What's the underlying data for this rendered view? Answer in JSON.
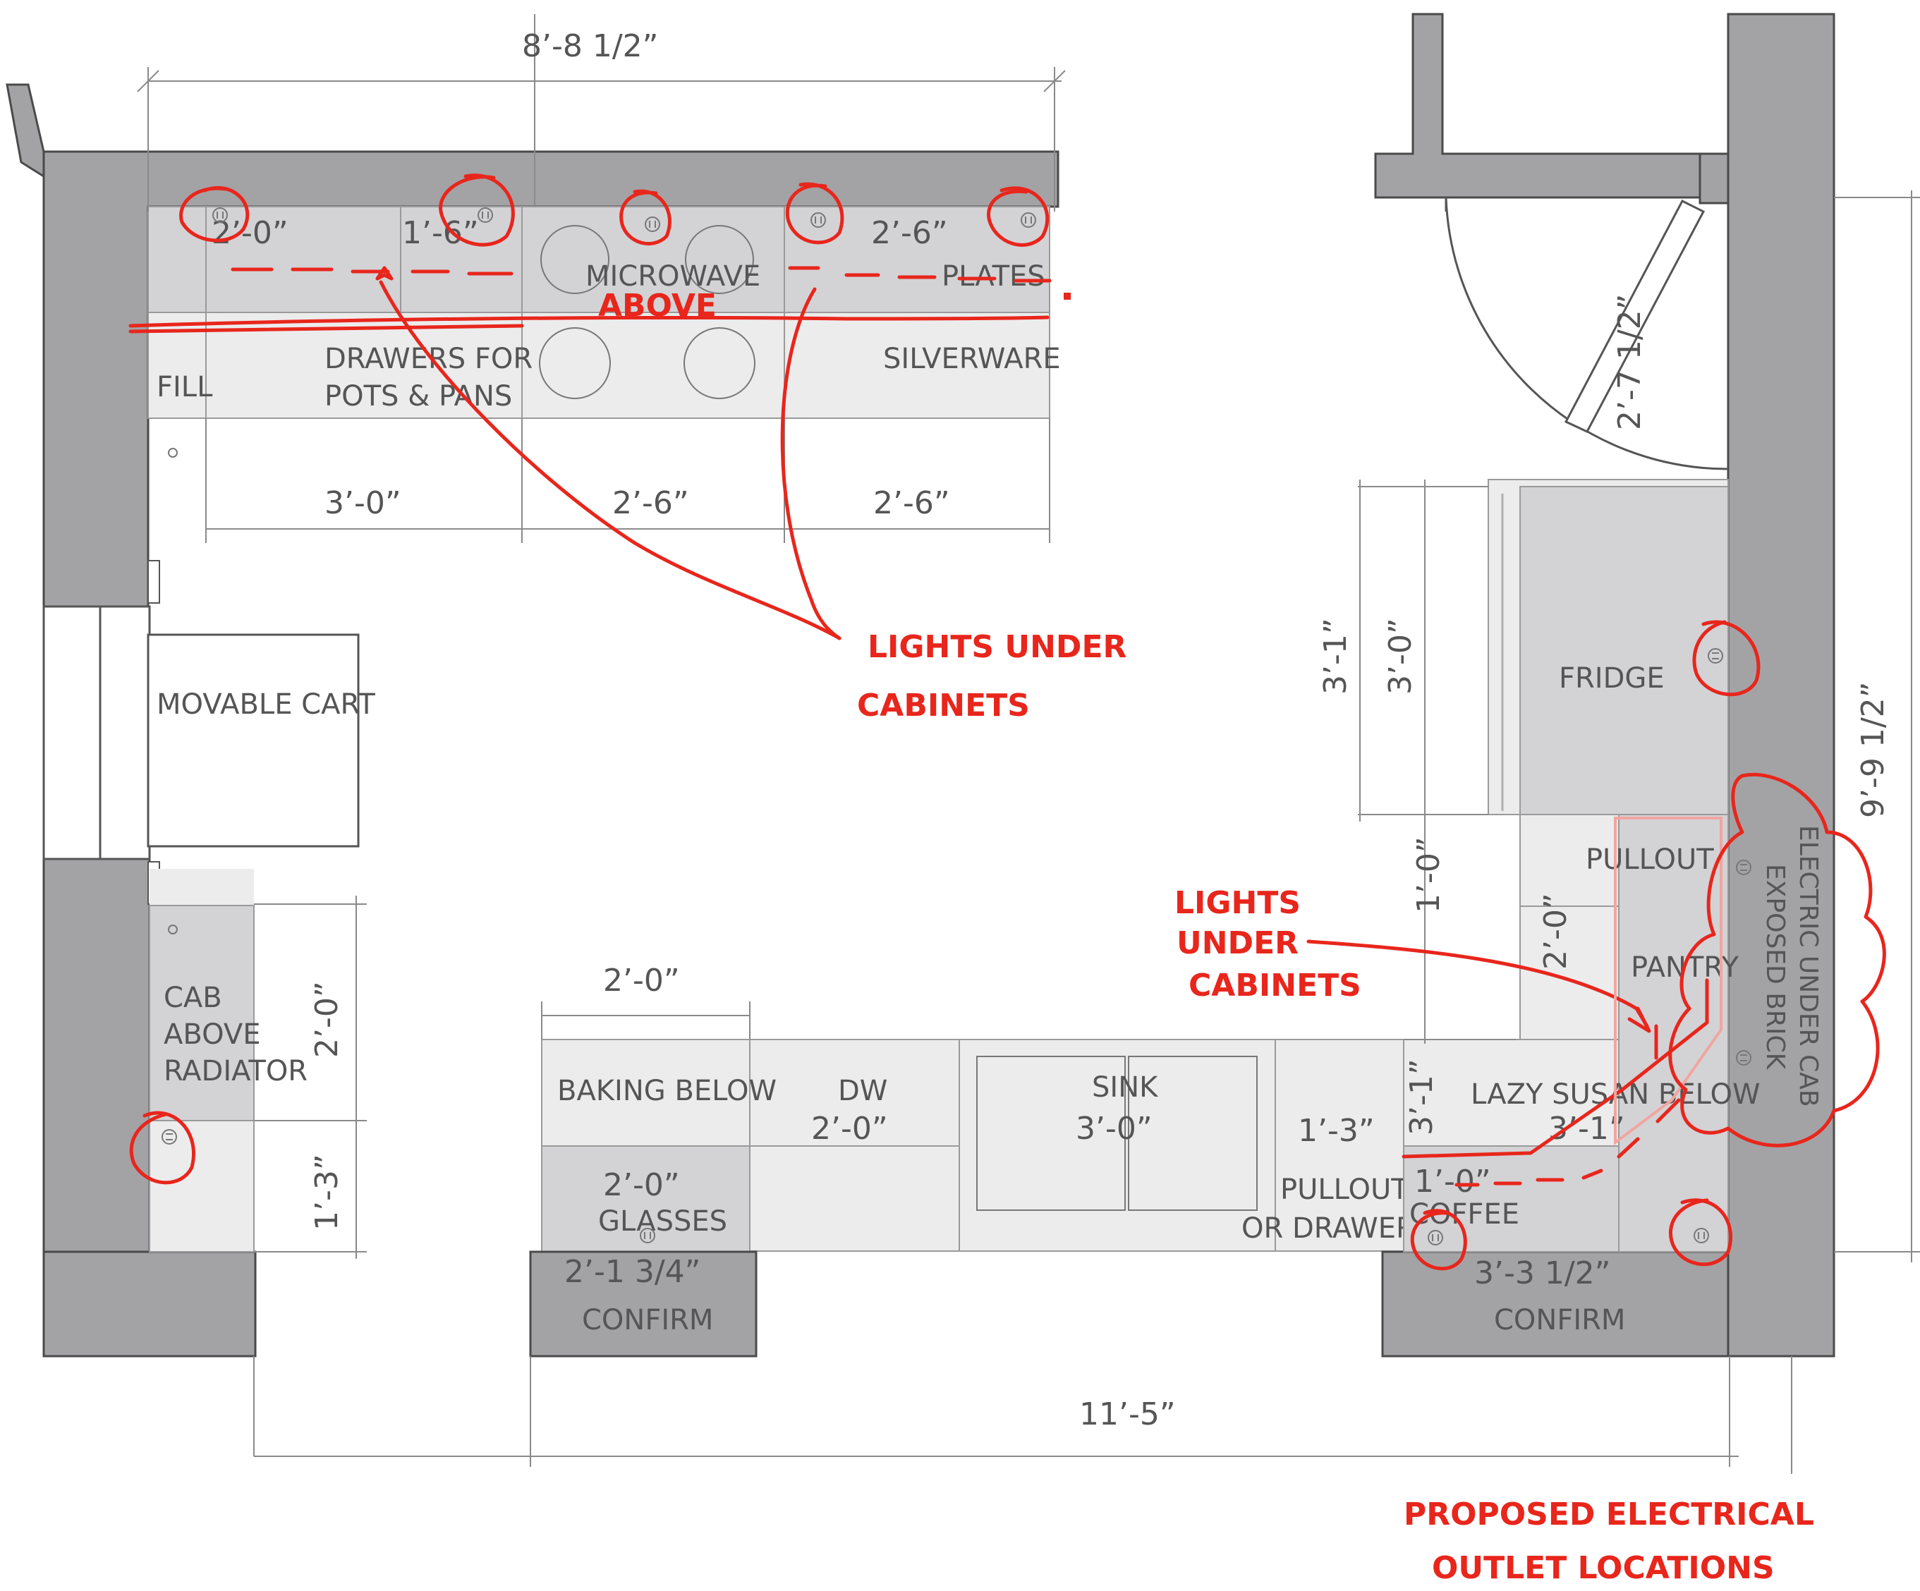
{
  "dimensions": {
    "top_overall": "8’-8 1/2”",
    "top_2_0": "2’-0”",
    "top_1_6": "1’-6”",
    "top_2_6_plates": "2’-6”",
    "under_3_0": "3’-0”",
    "under_2_6_a": "2’-6”",
    "under_2_6_b": "2’-6”",
    "door_2_7": "2’-7 1/2”",
    "left_3_1": "3’-1”",
    "fridge_3_0": "3’-0”",
    "right_overall": "9’-9 1/2”",
    "right_1_0": "1’-0”",
    "pullout_2_0": "2’-0”",
    "radiator_2_0": "2’-0”",
    "radiator_1_3": "1’-3”",
    "baking_2_0": "2’-0”",
    "dw_2_0": "2’-0”",
    "sink_3_0": "3’-0”",
    "drawer_1_3": "1’-3”",
    "corner_3_1_v": "3’-1”",
    "corner_3_1_h": "3’-1”",
    "glasses_2_0": "2’-0”",
    "coffee_1_0": "1’-0”",
    "confirm_left": "2’-1 3/4”",
    "confirm_right": "3’-3 1/2”",
    "bottom_overall": "11’-5”"
  },
  "labels": {
    "fill": "FILL",
    "drawers_line1": "DRAWERS FOR",
    "drawers_line2": "POTS & PANS",
    "microwave": "MICROWAVE",
    "silverware": "SILVERWARE",
    "plates": "PLATES",
    "movable_cart": "MOVABLE CART",
    "cab_line1": "CAB",
    "cab_line2": "ABOVE",
    "cab_line3": "RADIATOR",
    "fridge": "FRIDGE",
    "pullout": "PULLOUT",
    "pantry": "PANTRY",
    "electric_line1": "ELECTRIC UNDER CAB",
    "electric_line2": "EXPOSED BRICK",
    "baking_below": "BAKING BELOW",
    "dw": "DW",
    "sink": "SINK",
    "pullout_2": "PULLOUT",
    "or_drawer": "OR DRAWER",
    "lazy_susan": "LAZY SUSAN BELOW",
    "glasses": "GLASSES",
    "coffee": "COFFEE",
    "confirm_left": "CONFIRM",
    "confirm_right": "CONFIRM"
  },
  "annotations": {
    "above_note": "ABOVE",
    "lights_top_line1": "LIGHTS UNDER",
    "lights_top_line2": "CABINETS",
    "lights_right_line1": "LIGHTS",
    "lights_right_line2": "UNDER",
    "lights_right_line3": "CABINETS",
    "proposed_line1": "PROPOSED ELECTRICAL",
    "proposed_line2": "OUTLET LOCATIONS"
  },
  "colors": {
    "wall": "#a3a3a5",
    "counter": "#ececed",
    "upper_cabinet": "#d3d3d6",
    "markup_red": "#e8261c"
  }
}
